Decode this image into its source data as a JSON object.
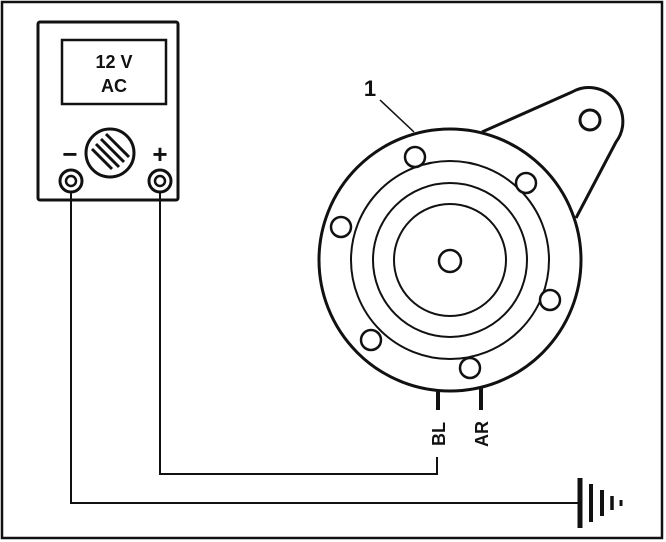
{
  "meter": {
    "reading_line1": "12 V",
    "reading_line2": "AC",
    "negative_symbol": "−",
    "positive_symbol": "+"
  },
  "horn": {
    "callout_label": "1",
    "terminal_left_label": "BL",
    "terminal_right_label": "AR"
  },
  "colors": {
    "ink": "#111111",
    "background": "#ffffff"
  }
}
